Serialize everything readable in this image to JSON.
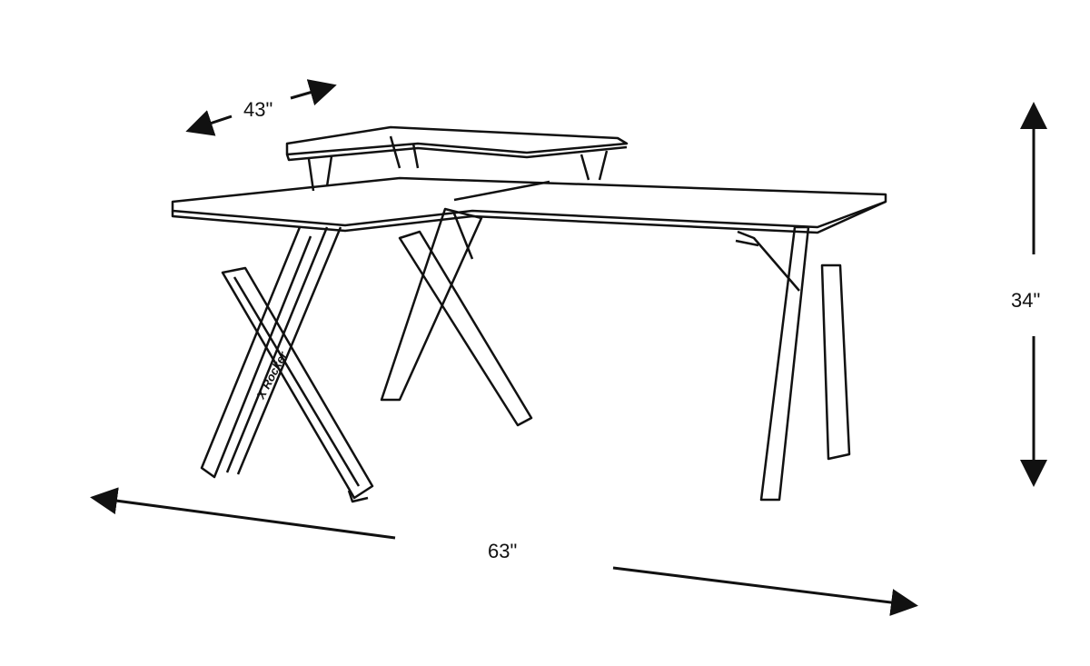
{
  "dimensions": {
    "depth": "43\"",
    "height": "34\"",
    "width": "63\""
  },
  "logo": "X Rocker",
  "colors": {
    "line": "#111111",
    "background": "#ffffff"
  }
}
